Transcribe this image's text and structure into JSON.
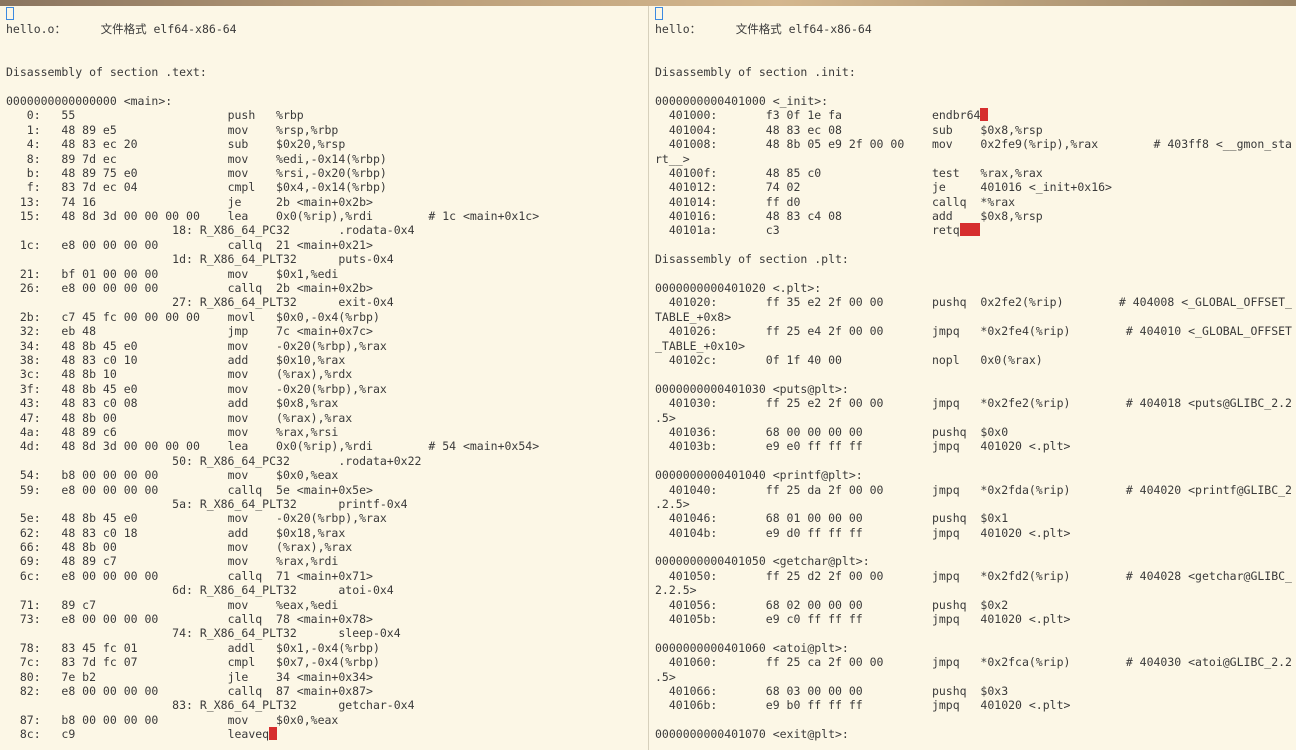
{
  "left": {
    "lines": [
      "hello.o：     文件格式 elf64-x86-64",
      "",
      "",
      "Disassembly of section .text:",
      "",
      "0000000000000000 <main>:",
      "   0:\t55                   \tpush   %rbp",
      "   1:\t48 89 e5             \tmov    %rsp,%rbp",
      "   4:\t48 83 ec 20          \tsub    $0x20,%rsp",
      "   8:\t89 7d ec             \tmov    %edi,-0x14(%rbp)",
      "   b:\t48 89 75 e0          \tmov    %rsi,-0x20(%rbp)",
      "   f:\t83 7d ec 04          \tcmpl   $0x4,-0x14(%rbp)",
      "  13:\t74 16                \tje     2b <main+0x2b>",
      "  15:\t48 8d 3d 00 00 00 00 \tlea    0x0(%rip),%rdi        # 1c <main+0x1c>",
      "\t\t\t18: R_X86_64_PC32\t.rodata-0x4",
      "  1c:\te8 00 00 00 00       \tcallq  21 <main+0x21>",
      "\t\t\t1d: R_X86_64_PLT32\tputs-0x4",
      "  21:\tbf 01 00 00 00       \tmov    $0x1,%edi",
      "  26:\te8 00 00 00 00       \tcallq  2b <main+0x2b>",
      "\t\t\t27: R_X86_64_PLT32\texit-0x4",
      "  2b:\tc7 45 fc 00 00 00 00 \tmovl   $0x0,-0x4(%rbp)",
      "  32:\teb 48                \tjmp    7c <main+0x7c>",
      "  34:\t48 8b 45 e0          \tmov    -0x20(%rbp),%rax",
      "  38:\t48 83 c0 10          \tadd    $0x10,%rax",
      "  3c:\t48 8b 10             \tmov    (%rax),%rdx",
      "  3f:\t48 8b 45 e0          \tmov    -0x20(%rbp),%rax",
      "  43:\t48 83 c0 08          \tadd    $0x8,%rax",
      "  47:\t48 8b 00             \tmov    (%rax),%rax",
      "  4a:\t48 89 c6             \tmov    %rax,%rsi",
      "  4d:\t48 8d 3d 00 00 00 00 \tlea    0x0(%rip),%rdi        # 54 <main+0x54>",
      "\t\t\t50: R_X86_64_PC32\t.rodata+0x22",
      "  54:\tb8 00 00 00 00       \tmov    $0x0,%eax",
      "  59:\te8 00 00 00 00       \tcallq  5e <main+0x5e>",
      "\t\t\t5a: R_X86_64_PLT32\tprintf-0x4",
      "  5e:\t48 8b 45 e0          \tmov    -0x20(%rbp),%rax",
      "  62:\t48 83 c0 18          \tadd    $0x18,%rax",
      "  66:\t48 8b 00             \tmov    (%rax),%rax",
      "  69:\t48 89 c7             \tmov    %rax,%rdi",
      "  6c:\te8 00 00 00 00       \tcallq  71 <main+0x71>",
      "\t\t\t6d: R_X86_64_PLT32\tatoi-0x4",
      "  71:\t89 c7                \tmov    %eax,%edi",
      "  73:\te8 00 00 00 00       \tcallq  78 <main+0x78>",
      "\t\t\t74: R_X86_64_PLT32\tsleep-0x4",
      "  78:\t83 45 fc 01          \taddl   $0x1,-0x4(%rbp)",
      "  7c:\t83 7d fc 07          \tcmpl   $0x7,-0x4(%rbp)",
      "  80:\t7e b2                \tjle    34 <main+0x34>",
      "  82:\te8 00 00 00 00       \tcallq  87 <main+0x87>",
      "\t\t\t83: R_X86_64_PLT32\tgetchar-0x4",
      "  87:\tb8 00 00 00 00       \tmov    $0x0,%eax",
      "  8c:\tc9                   \tleaveq"
    ]
  },
  "right": {
    "lines": [
      "hello：     文件格式 elf64-x86-64",
      "",
      "",
      "Disassembly of section .init:",
      "",
      "0000000000401000 <_init>:",
      "  401000:\tf3 0f 1e fa          \tendbr64",
      "  401004:\t48 83 ec 08          \tsub    $0x8,%rsp",
      "  401008:\t48 8b 05 e9 2f 00 00 \tmov    0x2fe9(%rip),%rax        # 403ff8 <__gmon_sta",
      "rt__>",
      "  40100f:\t48 85 c0             \ttest   %rax,%rax",
      "  401012:\t74 02                \tje     401016 <_init+0x16>",
      "  401014:\tff d0                \tcallq  *%rax",
      "  401016:\t48 83 c4 08          \tadd    $0x8,%rsp",
      "  40101a:\tc3                   \tretq",
      "",
      "Disassembly of section .plt:",
      "",
      "0000000000401020 <.plt>:",
      "  401020:\tff 35 e2 2f 00 00    \tpushq  0x2fe2(%rip)        # 404008 <_GLOBAL_OFFSET_",
      "TABLE_+0x8>",
      "  401026:\tff 25 e4 2f 00 00    \tjmpq   *0x2fe4(%rip)        # 404010 <_GLOBAL_OFFSET",
      "_TABLE_+0x10>",
      "  40102c:\t0f 1f 40 00          \tnopl   0x0(%rax)",
      "",
      "0000000000401030 <puts@plt>:",
      "  401030:\tff 25 e2 2f 00 00    \tjmpq   *0x2fe2(%rip)        # 404018 <puts@GLIBC_2.2",
      ".5>",
      "  401036:\t68 00 00 00 00       \tpushq  $0x0",
      "  40103b:\te9 e0 ff ff ff       \tjmpq   401020 <.plt>",
      "",
      "0000000000401040 <printf@plt>:",
      "  401040:\tff 25 da 2f 00 00    \tjmpq   *0x2fda(%rip)        # 404020 <printf@GLIBC_2",
      ".2.5>",
      "  401046:\t68 01 00 00 00       \tpushq  $0x1",
      "  40104b:\te9 d0 ff ff ff       \tjmpq   401020 <.plt>",
      "",
      "0000000000401050 <getchar@plt>:",
      "  401050:\tff 25 d2 2f 00 00    \tjmpq   *0x2fd2(%rip)        # 404028 <getchar@GLIBC_",
      "2.2.5>",
      "  401056:\t68 02 00 00 00       \tpushq  $0x2",
      "  40105b:\te9 c0 ff ff ff       \tjmpq   401020 <.plt>",
      "",
      "0000000000401060 <atoi@plt>:",
      "  401060:\tff 25 ca 2f 00 00    \tjmpq   *0x2fca(%rip)        # 404030 <atoi@GLIBC_2.2",
      ".5>",
      "  401066:\t68 03 00 00 00       \tpushq  $0x3",
      "  40106b:\te9 b0 ff ff ff       \tjmpq   401020 <.plt>",
      "",
      "0000000000401070 <exit@plt>:"
    ]
  }
}
